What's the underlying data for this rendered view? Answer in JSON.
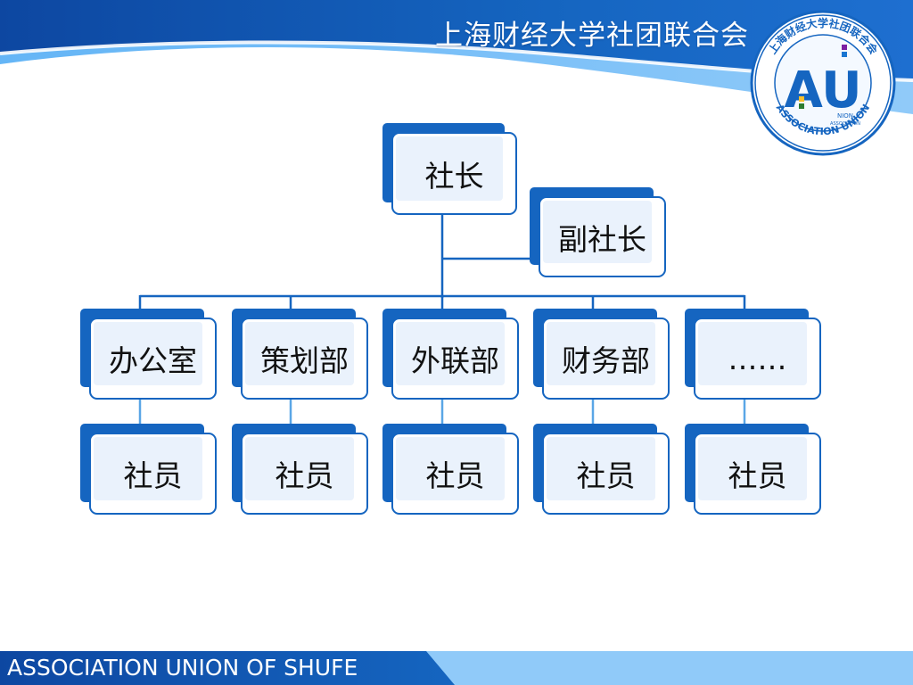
{
  "header": {
    "title": "上海财经大学社团联合会",
    "logo": {
      "ring_text": "上海财经大学社团联合会",
      "bottom_text": "ASSOCIATION UNION",
      "letters": "AU",
      "small_text_1": "NION",
      "small_text_2": "ASSOCIATION"
    }
  },
  "org_chart": {
    "root": {
      "label": "社长"
    },
    "assistant": {
      "label": "副社长"
    },
    "departments": [
      {
        "label": "办公室",
        "member": "社员"
      },
      {
        "label": "策划部",
        "member": "社员"
      },
      {
        "label": "外联部",
        "member": "社员"
      },
      {
        "label": "财务部",
        "member": "社员"
      },
      {
        "label": "……",
        "member": "社员"
      }
    ]
  },
  "footer": {
    "text": "ASSOCIATION UNION OF SHUFE"
  },
  "colors": {
    "primary": "#1565c0",
    "light": "#5aa6e6",
    "node_fill": "#eaf2fc"
  }
}
